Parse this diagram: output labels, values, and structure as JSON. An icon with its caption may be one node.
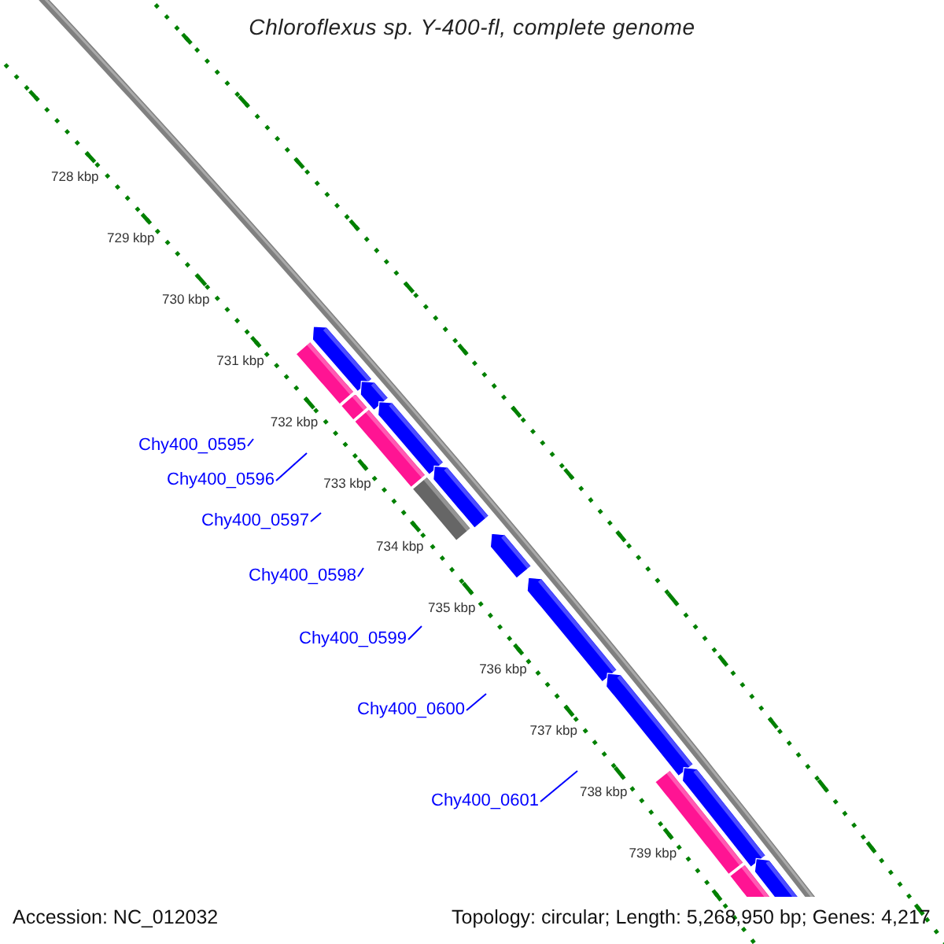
{
  "diagram": {
    "title": "Chloroflexus sp. Y-400-fl, complete genome",
    "nodes": [
      {
        "text": [
          "Chy400_0595"
        ]
      },
      {
        "text": [
          "Chy400_0596"
        ]
      },
      {
        "text": [
          "Chy400_0597"
        ]
      },
      {
        "text": [
          "Chy400_0598"
        ]
      },
      {
        "text": [
          "Chy400_0599"
        ]
      },
      {
        "text": [
          "Chy400_0600"
        ]
      },
      {
        "text": [
          "Chy400_0601"
        ]
      }
    ],
    "edges": [
      {
        "from": 0,
        "to": null,
        "arrow": "none"
      },
      {
        "from": 1,
        "to": null,
        "arrow": "none"
      },
      {
        "from": 2,
        "to": null,
        "arrow": "none"
      },
      {
        "from": 3,
        "to": null,
        "arrow": "none"
      },
      {
        "from": 4,
        "to": null,
        "arrow": "none"
      },
      {
        "from": 5,
        "to": null,
        "arrow": "none"
      },
      {
        "from": 6,
        "to": null,
        "arrow": "none"
      }
    ],
    "labels": [
      "728 kbp",
      "729 kbp",
      "730 kbp",
      "731 kbp",
      "732 kbp",
      "733 kbp",
      "734 kbp",
      "735 kbp",
      "736 kbp",
      "737 kbp",
      "738 kbp",
      "739 kbp",
      "Accession: NC_012032",
      "Topology: circular; Length: 5,268,950 bp; Genes: 4,217"
    ]
  }
}
